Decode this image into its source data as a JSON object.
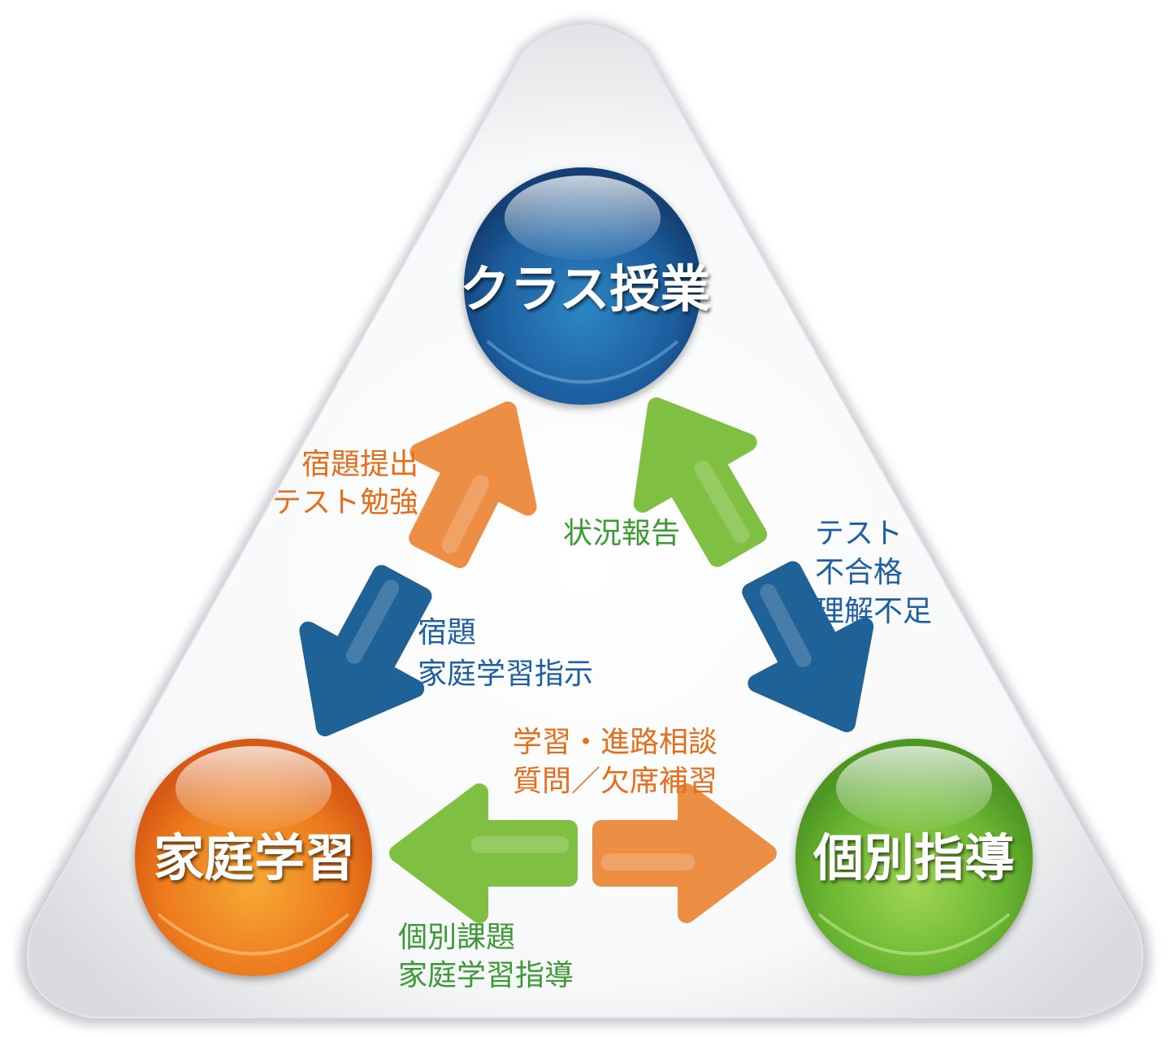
{
  "nodes": {
    "class": {
      "label": "クラス授業",
      "color": "#1e5f9e"
    },
    "home": {
      "label": "家庭学習",
      "color": "#e6761c"
    },
    "individual": {
      "label": "個別指導",
      "color": "#6cb636"
    }
  },
  "edges": {
    "home_to_class": {
      "lines": [
        "宿題提出",
        "テスト勉強"
      ],
      "color": "#e56e1c"
    },
    "class_to_home": {
      "lines": [
        "宿題",
        "家庭学習指示"
      ],
      "color": "#1e5fa3"
    },
    "individual_to_class": {
      "lines": [
        "状況報告"
      ],
      "color": "#3c9a35"
    },
    "class_to_individual": {
      "lines": [
        "テスト",
        "不合格",
        "理解不足"
      ],
      "color": "#1e5fa3"
    },
    "home_to_individual": {
      "lines": [
        "学習・進路相談",
        "質問／欠席補習"
      ],
      "color": "#e56e1c"
    },
    "individual_to_home": {
      "lines": [
        "個別課題",
        "家庭学習指導"
      ],
      "color": "#3c9a35"
    }
  },
  "colors": {
    "arrow_orange": "#ec8f45",
    "arrow_blue": "#1f6297",
    "arrow_green": "#7fc043",
    "triangle_fill": "#ffffff",
    "triangle_edge": "#d8dadd"
  }
}
